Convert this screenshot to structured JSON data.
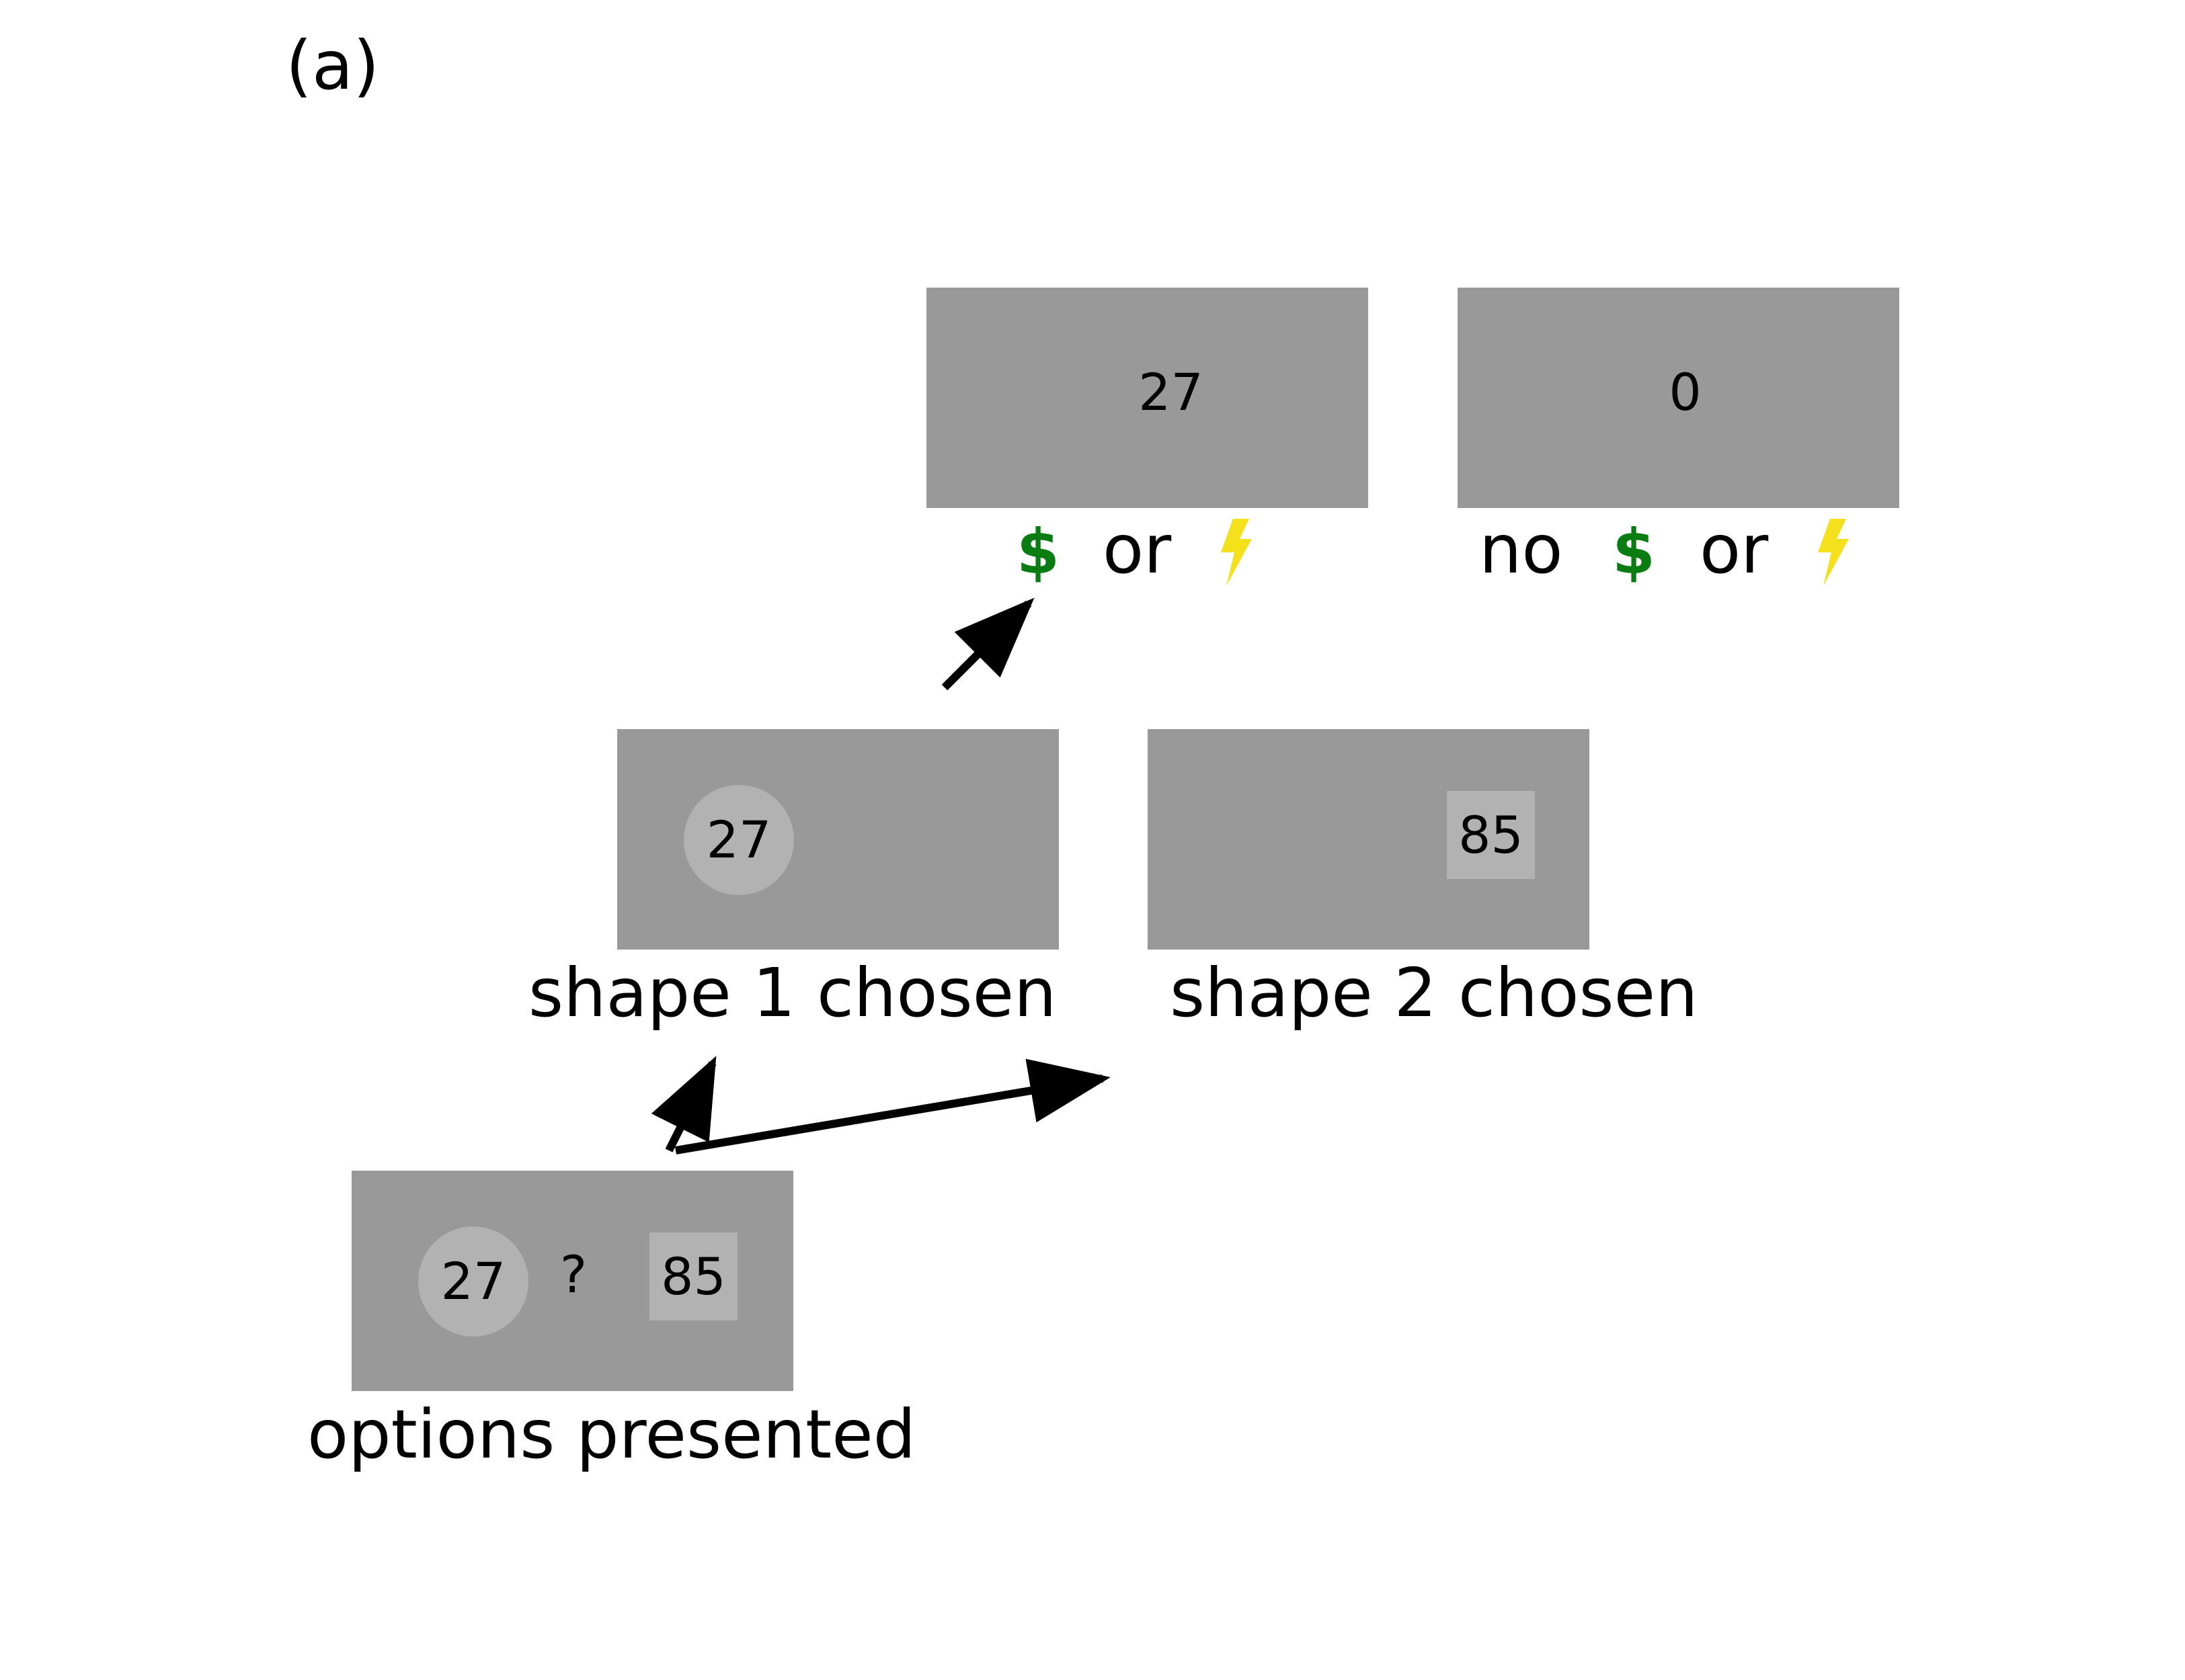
{
  "panel_label": "(a)",
  "options": {
    "label": "options presented",
    "shape1_value": "27",
    "question": "?",
    "shape2_value": "85"
  },
  "shape1_choice": {
    "label": "shape 1 chosen",
    "value": "27"
  },
  "shape2_choice": {
    "label": "shape 2 chosen",
    "value": "85"
  },
  "outcome_reward": {
    "value": "27",
    "dollar": "$",
    "or": "or",
    "icons": [
      "dollar-icon",
      "lightning-bolt-icon"
    ]
  },
  "outcome_none": {
    "value": "0",
    "no": "no",
    "dollar": "$",
    "or": "or",
    "icons": [
      "dollar-icon",
      "lightning-bolt-icon"
    ]
  },
  "colors": {
    "screen": "#999999",
    "shape": "#b2b2b2",
    "dollar": "#0a7d12",
    "bolt": "#f5e11b"
  }
}
